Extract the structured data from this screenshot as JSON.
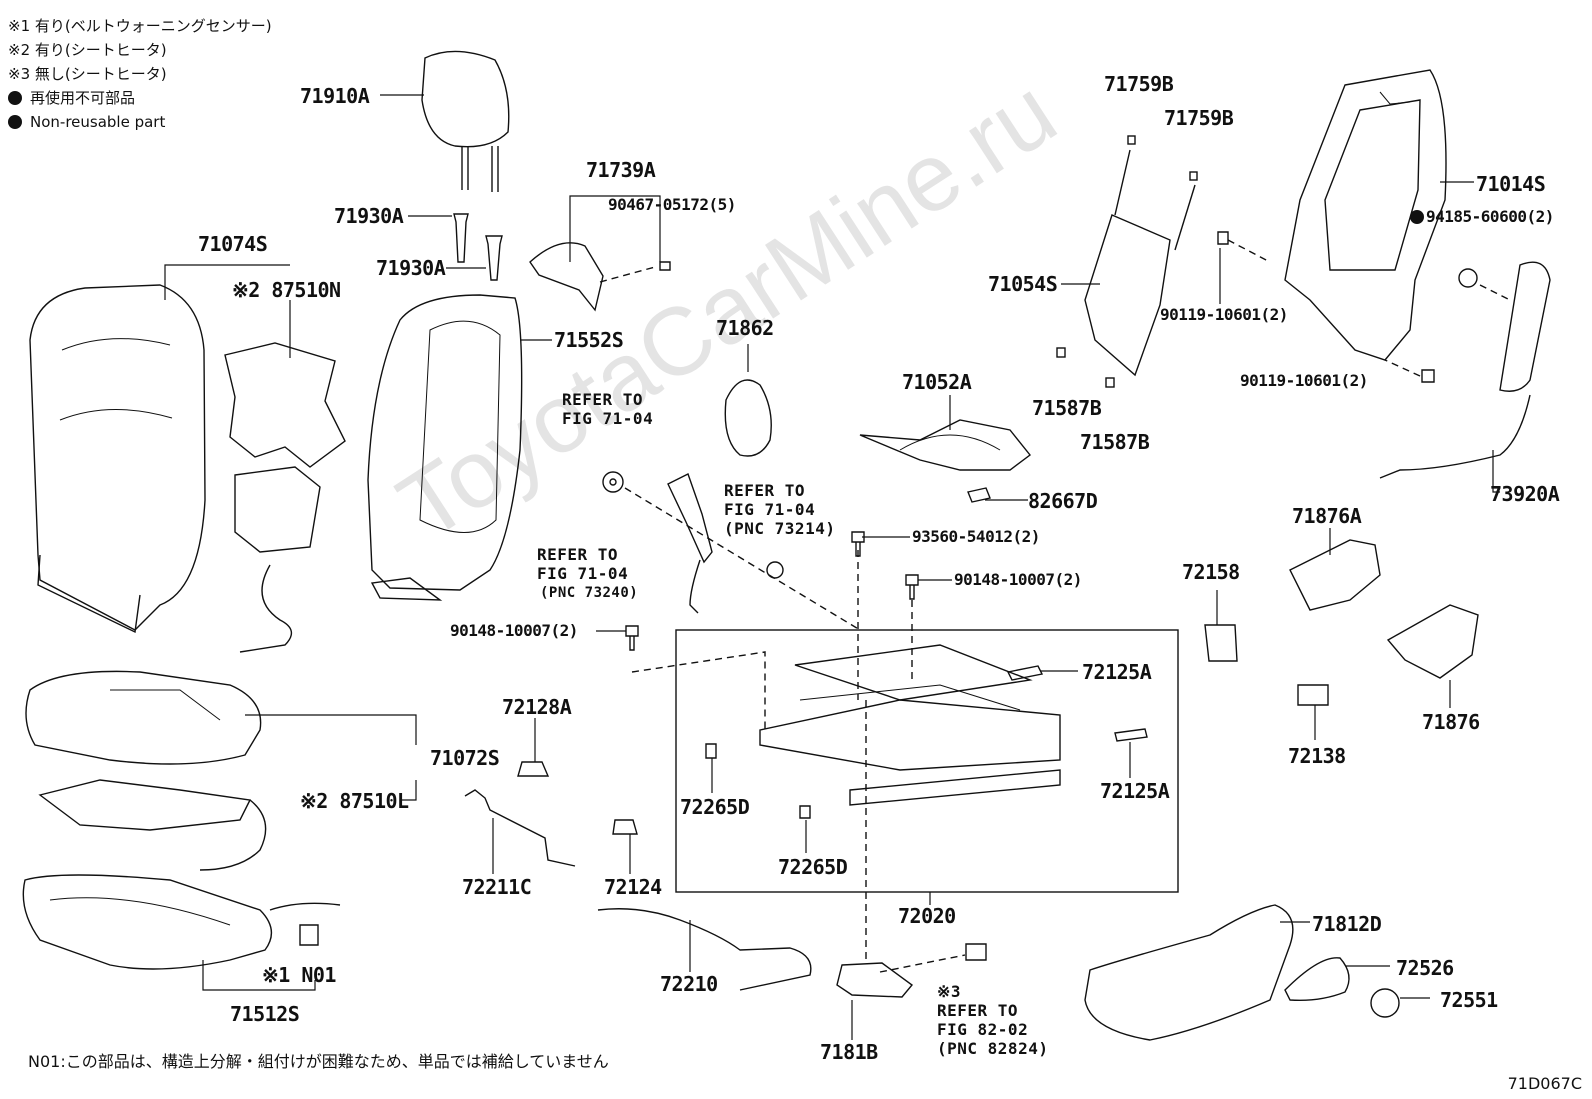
{
  "legend": {
    "note1": "※1 有り(ベルトウォーニングセンサー)",
    "note2": "※2 有り(シートヒータ)",
    "note3": "※3 無し(シートヒータ)",
    "nonreusable_jp": "再使用不可部品",
    "nonreusable_en": "Non-reusable part"
  },
  "footnote": "N01:この部品は、構造上分解・組付けが困難なため、単品では補給していません",
  "figure_code": "71D067C",
  "watermark": "ToyotaCarMine.ru",
  "parts": {
    "p71910A": "71910A",
    "p71930A_1": "71930A",
    "p71930A_2": "71930A",
    "p71739A": "71739A",
    "p90467": "90467-05172(5)",
    "p71074S": "71074S",
    "p87510N": "※2 87510N",
    "p71552S": "71552S",
    "p71862": "71862",
    "p71759B_1": "71759B",
    "p71759B_2": "71759B",
    "p71014S": "71014S",
    "p94185": "94185-60600(2)",
    "p71054S": "71054S",
    "p90119_1": "90119-10601(2)",
    "p90119_2": "90119-10601(2)",
    "p71587B_1": "71587B",
    "p71587B_2": "71587B",
    "p71052A": "71052A",
    "p82667D": "82667D",
    "p73920A": "73920A",
    "p93560": "93560-54012(2)",
    "p90148_1": "90148-10007(2)",
    "p90148_2": "90148-10007(2)",
    "p71876A": "71876A",
    "p72158": "72158",
    "p72125A_1": "72125A",
    "p72125A_2": "72125A",
    "p71876": "71876",
    "p72138": "72138",
    "p72128A": "72128A",
    "p71072S": "71072S",
    "p87510L": "※2 87510L",
    "p72265D_1": "72265D",
    "p72265D_2": "72265D",
    "p72211C": "72211C",
    "p72124": "72124",
    "p72020": "72020",
    "pN01": "※1 N01",
    "p71512S": "71512S",
    "p72210": "72210",
    "p7181B": "7181B",
    "p71812D": "71812D",
    "p72526": "72526",
    "p72551": "72551"
  },
  "refs": {
    "r1": "REFER TO\nFIG 71-04",
    "r2": "REFER TO\nFIG 71-04\n(PNC 73214)",
    "r3": "REFER TO\nFIG 71-04",
    "r3pnc": "(PNC 73240)",
    "r4": "※3\nREFER TO\nFIG 82-02\n(PNC 82824)"
  }
}
